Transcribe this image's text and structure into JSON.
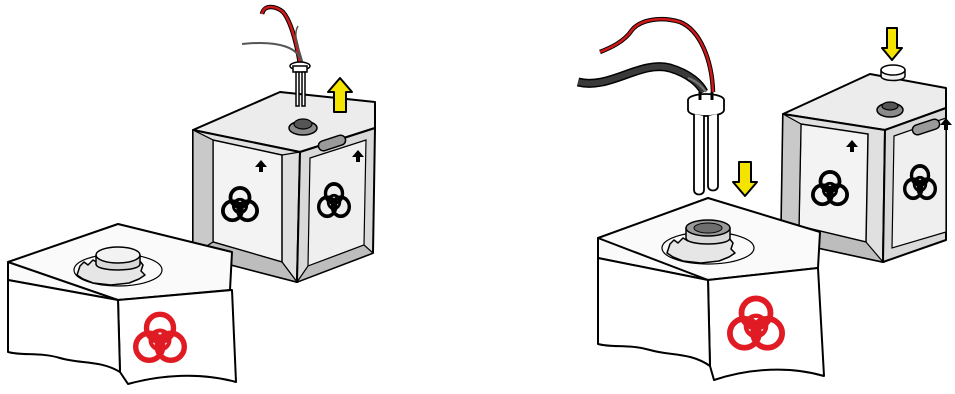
{
  "figure": {
    "description_free": true,
    "colors": {
      "outline": "#000000",
      "container_fill": "#e6e6e6",
      "container_face_light": "#f2f2f2",
      "container_face_dark": "#bdbdbd",
      "container_face_mid": "#cfcfcf",
      "new_container_fill": "#ffffff",
      "biohazard_old": "#000000",
      "biohazard_new": "#e01b24",
      "wire_red": "#d01818",
      "cable_dark": "#3a3a3a",
      "arrow_yellow": "#f5e400"
    },
    "icons": {
      "biohazard": "biohazard-icon",
      "arrow_up": "arrow-up-icon",
      "arrow_down": "arrow-down-icon",
      "small_arrow": "arrow-up-small-icon",
      "handle_slot": "handle-slot-icon",
      "cap": "cap-icon",
      "probe": "sensor-probe-icon"
    },
    "panels": [
      {
        "id": "step-remove",
        "arrow_direction": "up"
      },
      {
        "id": "step-insert",
        "arrow_direction": "down"
      }
    ]
  }
}
